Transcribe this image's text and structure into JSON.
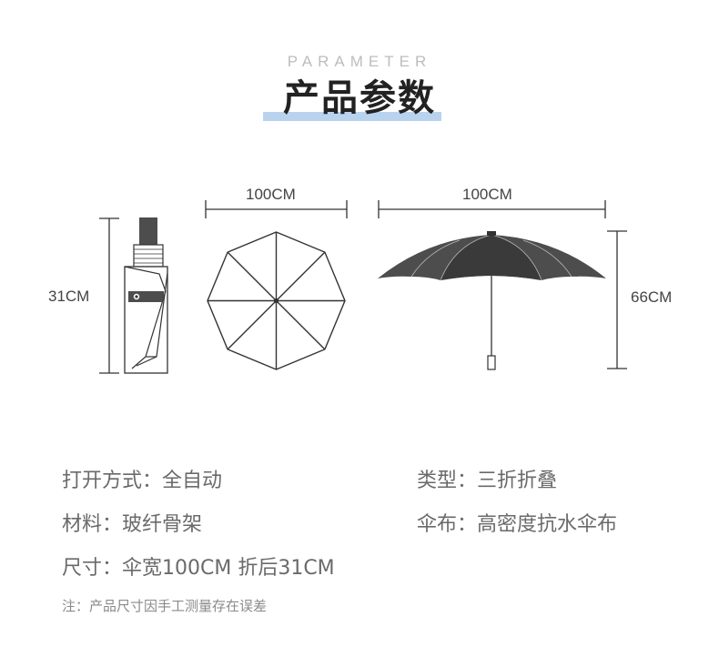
{
  "header": {
    "subtitle": "PARAMETER",
    "title": "产品参数"
  },
  "dimensions": {
    "folded_height": "31CM",
    "canopy_width_top": "100CM",
    "open_width": "100CM",
    "open_height": "66CM"
  },
  "specs": {
    "open_mode": "打开方式：全自动",
    "type": "类型：三折折叠",
    "material": "材料：玻纤骨架",
    "fabric": "伞布：高密度抗水伞布",
    "size": "尺寸：伞宽100CM 折后31CM"
  },
  "note": "注：产品尺寸因手工测量存在误差",
  "colors": {
    "canopy_dark": "#4d4d4d",
    "canopy_center": "#3a3a3a",
    "line": "#333333",
    "accent_underline": "#b9d3ef"
  }
}
